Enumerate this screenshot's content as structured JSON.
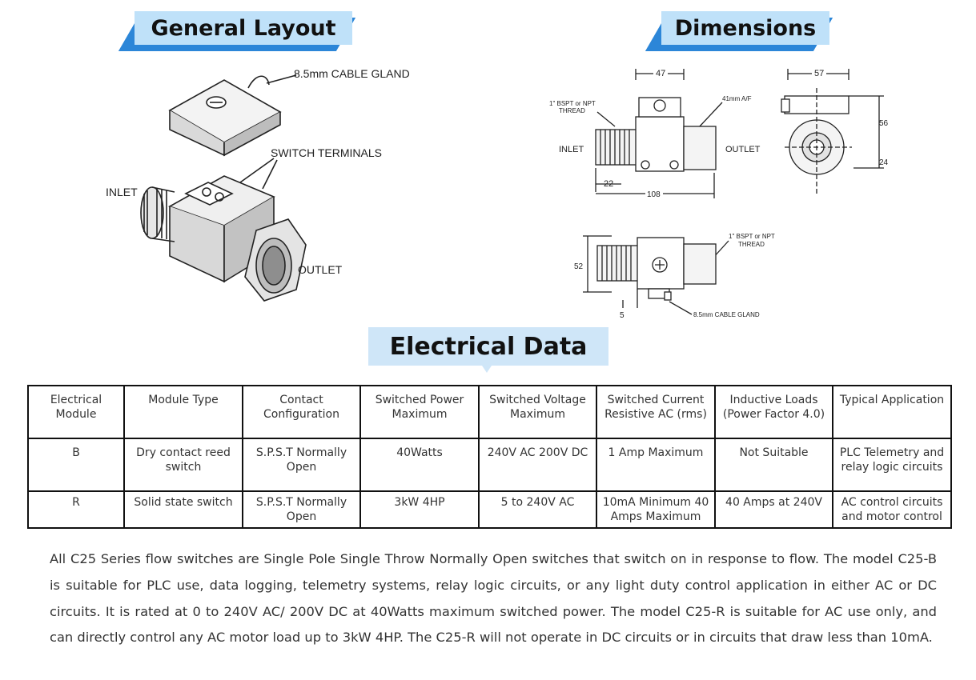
{
  "banners": {
    "general_layout": "General Layout",
    "dimensions": "Dimensions",
    "electrical_data": "Electrical Data"
  },
  "general_layout": {
    "cable_gland": "8.5mm CABLE GLAND",
    "switch_terminals": "SWITCH TERMINALS",
    "inlet": "INLET",
    "outlet": "OUTLET"
  },
  "dimensions": {
    "dim_47": "47",
    "dim_57": "57",
    "thread_top": [
      "1\" BSPT or NPT",
      "THREAD"
    ],
    "af": "41mm A/F",
    "inlet": "INLET",
    "outlet": "OUTLET",
    "dim_56": "56",
    "dim_24": "24",
    "dim_22": "22",
    "dim_108": "108",
    "dim_52": "52",
    "thread_bottom": [
      "1\" BSPT or NPT",
      "THREAD"
    ],
    "dim_5": "5",
    "cable_gland": "8.5mm CABLE GLAND"
  },
  "table": {
    "headers": [
      "Electrical Module",
      "Module Type",
      "Contact Configuration",
      "Switched Power Maximum",
      "Switched Voltage Maximum",
      "Switched Current Resistive AC (rms)",
      "Inductive Loads (Power Factor 4.0)",
      "Typical Application"
    ],
    "rows": [
      [
        "B",
        "Dry contact reed switch",
        "S.P.S.T Normally Open",
        "40Watts",
        "240V AC 200V DC",
        "1 Amp Maximum",
        "Not Suitable",
        "PLC Telemetry and relay logic circuits"
      ],
      [
        "R",
        "Solid state switch",
        "S.P.S.T Normally Open",
        "3kW 4HP",
        "5 to 240V AC",
        "10mA Minimum 40 Amps Maximum",
        "40 Amps at 240V",
        "AC control circuits and motor control"
      ]
    ]
  },
  "description": "All C25 Series flow switches are Single Pole Single Throw Normally Open switches that switch on in response to flow. The model C25-B is suitable for PLC use, data logging, telemetry systems, relay logic circuits, or any light duty control application in either AC or DC circuits. It is rated at 0 to 240V AC/ 200V DC at 40Watts maximum switched power. The model C25-R is suitable for AC use only, and can directly control any AC motor load up to 3kW 4HP. The C25-R will not operate in DC circuits or in circuits that draw less than 10mA."
}
